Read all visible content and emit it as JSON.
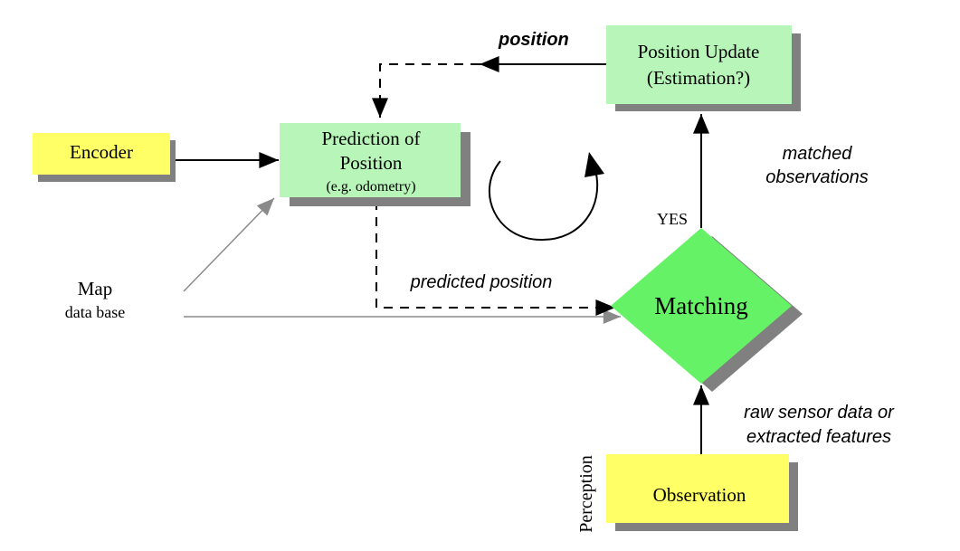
{
  "nodes": {
    "position_update": {
      "line1": "Position Update",
      "line2": "(Estimation?)"
    },
    "prediction": {
      "line1": "Prediction of",
      "line2": "Position",
      "line3": "(e.g. odometry)"
    },
    "encoder": {
      "label": "Encoder"
    },
    "matching": {
      "label": "Matching"
    },
    "observation": {
      "label": "Observation"
    },
    "map": {
      "line1": "Map",
      "line2": "data base"
    },
    "perception": {
      "label": "Perception"
    }
  },
  "edge_labels": {
    "position": "position",
    "matched_line1": "matched",
    "matched_line2": "observations",
    "yes": "YES",
    "predicted_position": "predicted position",
    "raw_line1": "raw sensor data or",
    "raw_line2": "extracted features"
  },
  "colors": {
    "yellow_box": "#ffff66",
    "light_green_box": "#b8f5b8",
    "matching_green": "#66f266",
    "shadow": "#808080",
    "gray_arrow": "#8a8a8a"
  }
}
